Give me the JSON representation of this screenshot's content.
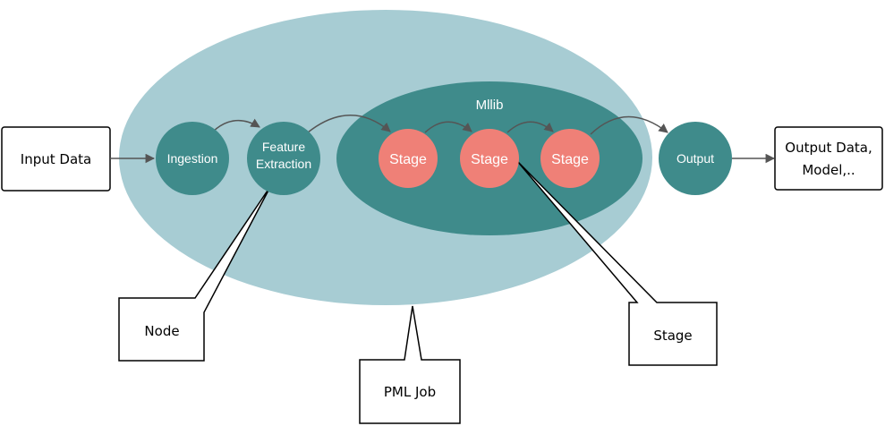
{
  "labels": {
    "input": "Input Data",
    "output_line1": "Output Data,",
    "output_line2": "Model,..",
    "ingestion": "Ingestion",
    "feature_line1": "Feature",
    "feature_line2": "Extraction",
    "mllib": "Mllib",
    "stage1": "Stage",
    "stage2": "Stage",
    "stage3": "Stage",
    "output_node": "Output",
    "callout_node": "Node",
    "callout_stage": "Stage",
    "callout_job": "PML Job"
  },
  "colors": {
    "job_ellipse": "#a7ccd3",
    "mllib_ellipse": "#3f8b8b",
    "node": "#3f8b8b",
    "stage": "#ef8077",
    "arrow": "#555555",
    "box_border": "#000000"
  }
}
